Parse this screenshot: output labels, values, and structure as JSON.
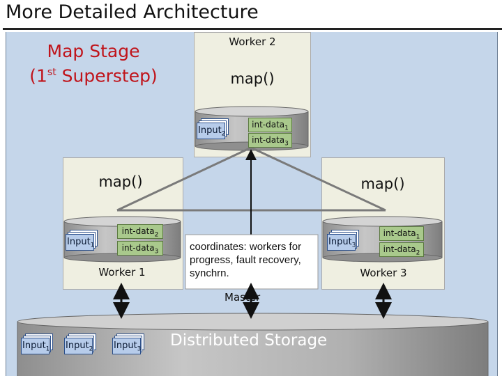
{
  "title": "More Detailed Architecture",
  "stage": {
    "line1": "Map Stage",
    "line2_pre": "(1",
    "line2_sup": "st",
    "line2_post": " Superstep)"
  },
  "worker2": {
    "label": "Worker 2",
    "func": "map()",
    "input": {
      "name": "Input",
      "sub": "2"
    },
    "int_data": [
      {
        "name": "int-data",
        "sub": "1"
      },
      {
        "name": "int-data",
        "sub": "3"
      }
    ]
  },
  "worker1": {
    "label": "Worker 1",
    "func": "map()",
    "input": {
      "name": "Input",
      "sub": "1"
    },
    "int_data": [
      {
        "name": "int-data",
        "sub": "2"
      },
      {
        "name": "int-data",
        "sub": "3"
      }
    ]
  },
  "worker3": {
    "label": "Worker 3",
    "func": "map()",
    "input": {
      "name": "Input",
      "sub": "3"
    },
    "int_data": [
      {
        "name": "int-data",
        "sub": "1"
      },
      {
        "name": "int-data",
        "sub": "2"
      }
    ]
  },
  "master": {
    "label": "Master",
    "description": "coordinates: workers for progress, fault recovery, synchrn."
  },
  "storage": {
    "label": "Distributed Storage",
    "inputs": [
      {
        "name": "Input",
        "sub": "1"
      },
      {
        "name": "Input",
        "sub": "2"
      },
      {
        "name": "Input",
        "sub": "3"
      }
    ]
  },
  "colors": {
    "background": "#c5d6ea",
    "worker_box": "#efefe1",
    "disk": "#b3b3b3",
    "int_data": "#a9c98c",
    "input_file": "#b7ccea",
    "stage_title": "#c0141b"
  }
}
